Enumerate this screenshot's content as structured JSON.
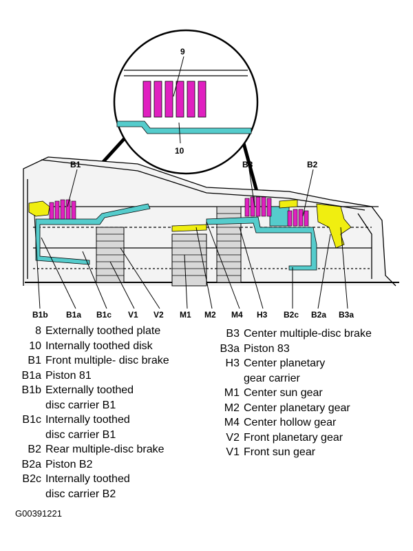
{
  "diagram": {
    "inset_labels": {
      "top": "9",
      "bottom": "10"
    },
    "callouts": {
      "b1": "B1",
      "b3": "B3",
      "b2": "B2"
    },
    "bottom_labels": [
      "B1b",
      "B1a",
      "B1c",
      "V1",
      "V2",
      "M1",
      "M2",
      "M4",
      "H3",
      "B2c",
      "B2a",
      "B3a"
    ],
    "colors": {
      "disc": "#e020c0",
      "carrier": "#55cccc",
      "piston": "#f0ee10",
      "line": "#000000"
    }
  },
  "legend_left": [
    {
      "code": "8",
      "desc": "Externally toothed plate",
      "cont": ""
    },
    {
      "code": "10",
      "desc": "Internally toothed disk",
      "cont": ""
    },
    {
      "code": "B1",
      "desc": "Front multiple- disc brake",
      "cont": ""
    },
    {
      "code": "B1a",
      "desc": "Piston 81",
      "cont": ""
    },
    {
      "code": "B1b",
      "desc": "Externally toothed",
      "cont": "disc carrier B1"
    },
    {
      "code": "B1c",
      "desc": "Internally toothed",
      "cont": "disc carrier B1"
    },
    {
      "code": "B2",
      "desc": "Rear multiple-disc brake",
      "cont": ""
    },
    {
      "code": "B2a",
      "desc": "Piston B2",
      "cont": ""
    },
    {
      "code": "B2c",
      "desc": "Internally toothed",
      "cont": "disc carrier B2"
    }
  ],
  "legend_right": [
    {
      "code": "B3",
      "desc": "Center multiple-disc brake",
      "cont": ""
    },
    {
      "code": "B3a",
      "desc": "Piston 83",
      "cont": ""
    },
    {
      "code": "H3",
      "desc": "Center planetary",
      "cont": "gear carrier"
    },
    {
      "code": "M1",
      "desc": "Center sun gear",
      "cont": ""
    },
    {
      "code": "M2",
      "desc": "Center planetary gear",
      "cont": ""
    },
    {
      "code": "M4",
      "desc": "Center hollow gear",
      "cont": ""
    },
    {
      "code": "V2",
      "desc": "Front planetary gear",
      "cont": ""
    },
    {
      "code": "V1",
      "desc": "Front sun gear",
      "cont": ""
    }
  ],
  "figure_code": "G00391221"
}
